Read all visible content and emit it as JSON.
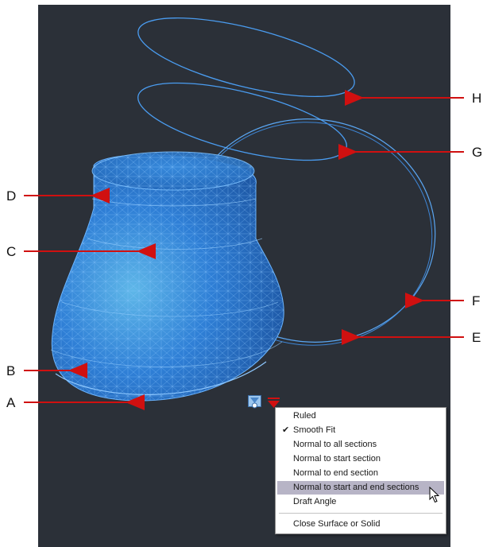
{
  "callouts": {
    "A": "A",
    "B": "B",
    "C": "C",
    "D": "D",
    "E": "E",
    "F": "F",
    "G": "G",
    "H": "H"
  },
  "menu": {
    "items": [
      {
        "label": "Ruled",
        "checked": false,
        "highlighted": false
      },
      {
        "label": "Smooth Fit",
        "checked": true,
        "highlighted": false
      },
      {
        "label": "Normal to all sections",
        "checked": false,
        "highlighted": false
      },
      {
        "label": "Normal to start section",
        "checked": false,
        "highlighted": false
      },
      {
        "label": "Normal to end section",
        "checked": false,
        "highlighted": false
      },
      {
        "label": "Normal to start and end sections",
        "checked": false,
        "highlighted": true
      },
      {
        "label": "Draft Angle",
        "checked": false,
        "highlighted": false
      },
      {
        "label": "Close Surface or Solid",
        "checked": false,
        "highlighted": false
      }
    ],
    "check_glyph": "✔"
  },
  "colors": {
    "background": "#2b3038",
    "wire": "#4a9cf0",
    "solid": "#2f7fd6",
    "callout_arrow": "#d01010",
    "menu_highlight": "#b7b4c6"
  },
  "icons": [
    "loft-grip-icon",
    "dropdown-arrow-icon",
    "mouse-pointer-icon"
  ]
}
